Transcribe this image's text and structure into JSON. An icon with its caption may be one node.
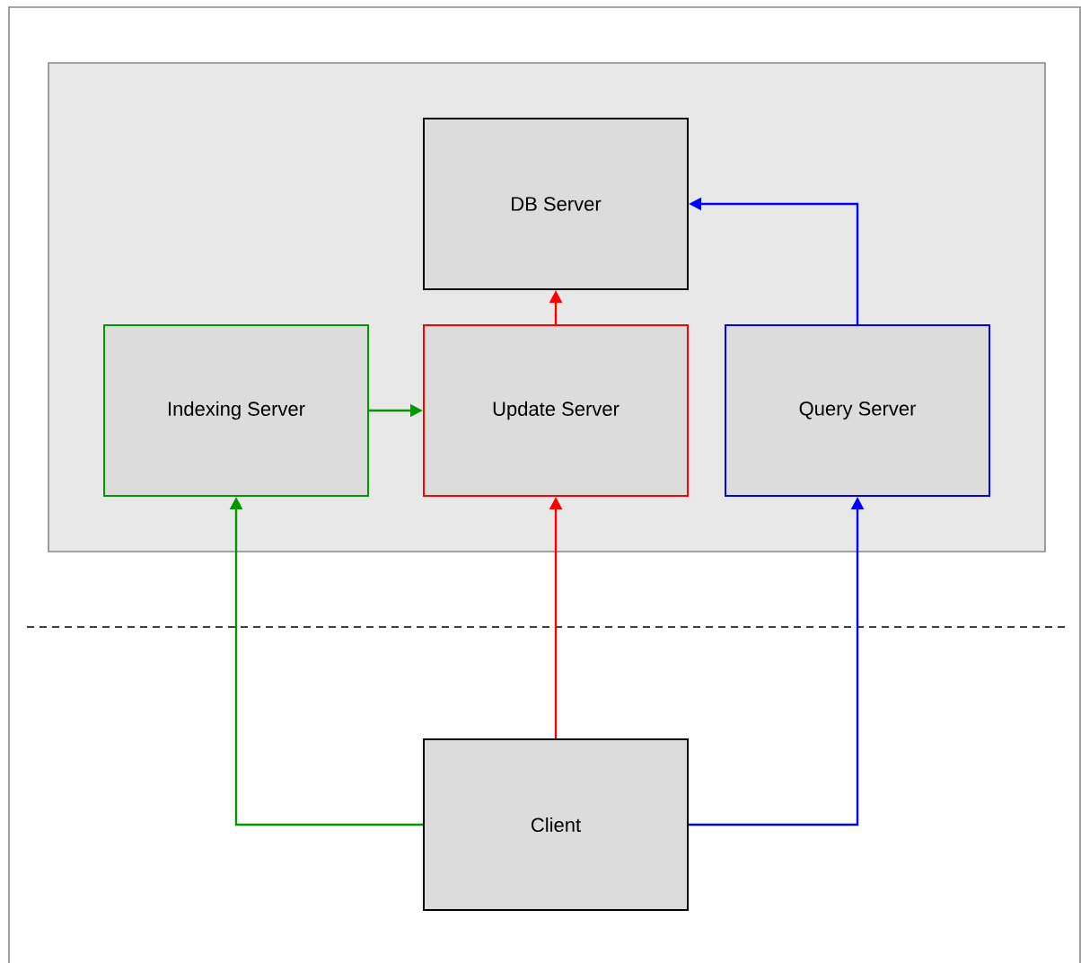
{
  "diagram": {
    "nodes": [
      {
        "text": [],
        "shape": "box"
      },
      {
        "text": [
          "DB Server"
        ],
        "in": 0
      },
      {
        "text": [
          "Indexing Server"
        ],
        "in": 0
      },
      {
        "text": [
          "Update Server"
        ],
        "in": 0
      },
      {
        "text": [
          "Query Server"
        ],
        "in": 0
      },
      {
        "text": [
          "Client"
        ]
      }
    ],
    "edges": [
      {
        "from": 2,
        "to": 3,
        "arrow": "to",
        "color": "#009900"
      },
      {
        "from": 3,
        "to": 1,
        "arrow": "to",
        "color": "#ff0000"
      },
      {
        "from": 4,
        "to": 1,
        "arrow": "to",
        "color": "#0000ff"
      },
      {
        "from": 5,
        "to": 2,
        "arrow": "to",
        "color": "#009900"
      },
      {
        "from": 5,
        "to": 3,
        "arrow": "to",
        "color": "#ff0000"
      },
      {
        "from": 5,
        "to": 4,
        "arrow": "to",
        "color": "#0000ff"
      }
    ]
  }
}
